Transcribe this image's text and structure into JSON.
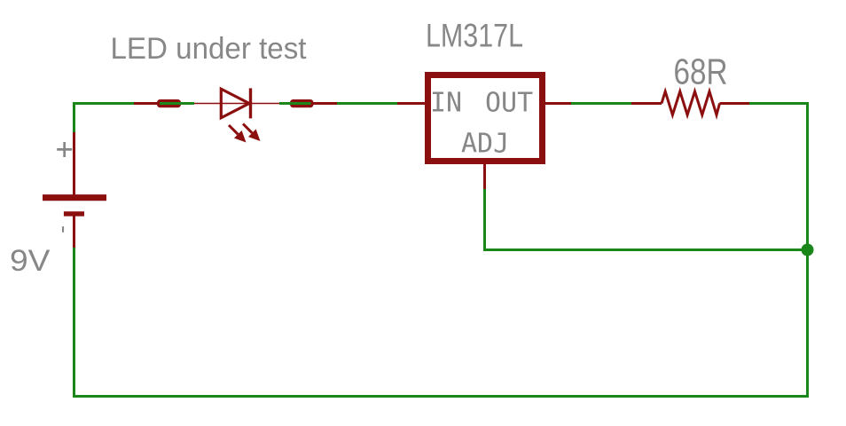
{
  "diagram": {
    "type": "circuit-schematic",
    "description": "LED test circuit: 9V battery drives an LED under test through an LM317L current regulator with a 68R resistor between OUT and ADJ"
  },
  "colors": {
    "background": "#ffffff",
    "wire": "#1b871b",
    "component": "#8c0f0f",
    "label": "#878787"
  },
  "labels": {
    "led": "LED under test",
    "regulator": "LM317L",
    "resistor": "68R",
    "battery_voltage": "9V",
    "battery_positive": "+",
    "battery_negative": "-",
    "pin_in": "IN",
    "pin_out": "OUT",
    "pin_adj": "ADJ"
  },
  "components": [
    {
      "id": "battery",
      "type": "battery",
      "value": "9V"
    },
    {
      "id": "led",
      "type": "led",
      "label": "LED under test"
    },
    {
      "id": "regulator",
      "type": "voltage-regulator",
      "part": "LM317L",
      "pins": [
        "IN",
        "OUT",
        "ADJ"
      ]
    },
    {
      "id": "resistor",
      "type": "resistor",
      "value": "68R"
    }
  ]
}
